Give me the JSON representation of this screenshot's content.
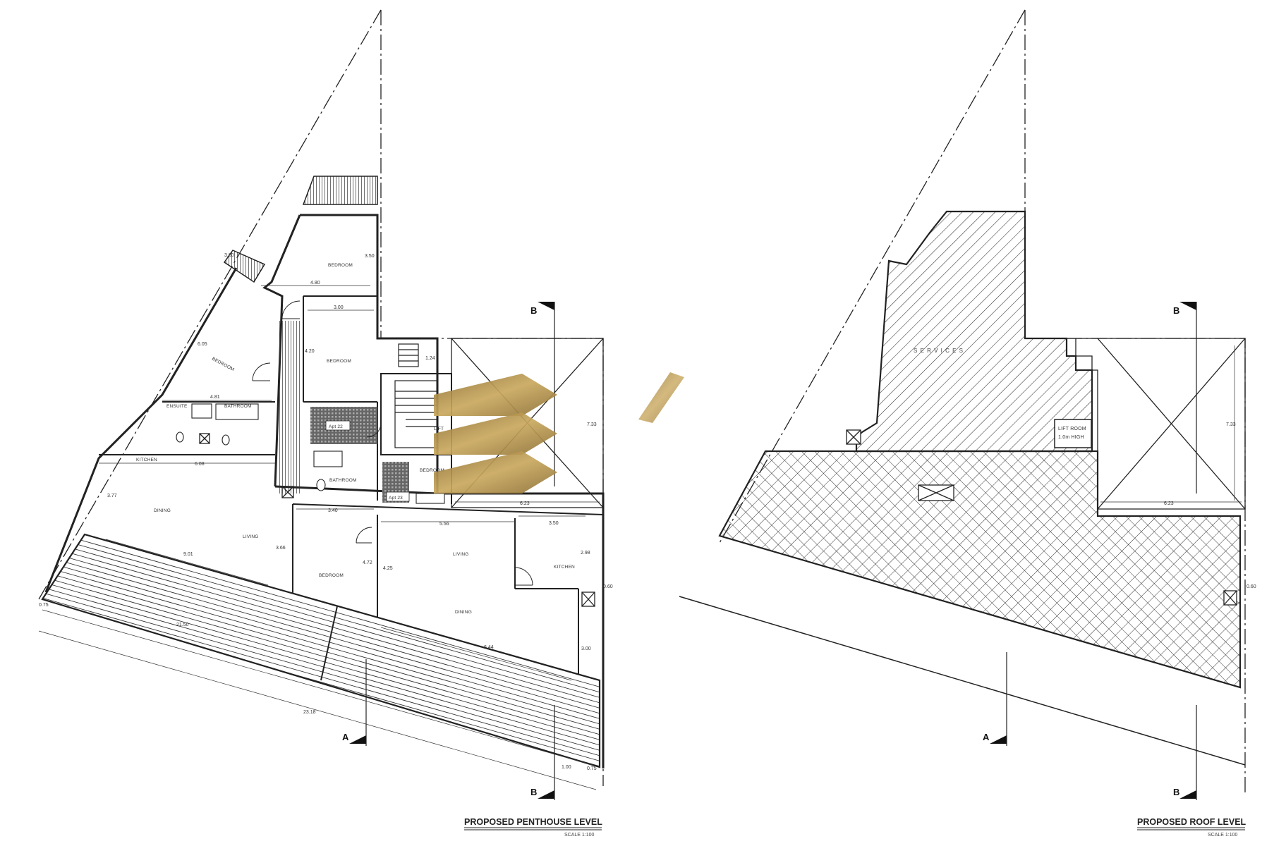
{
  "drawings": [
    {
      "title": "PROPOSED PENTHOUSE LEVEL",
      "scale": "SCALE 1:100",
      "rooms": [
        "BEDROOM",
        "BEDROOM",
        "BEDROOM",
        "ENSUITE",
        "BATHROOM",
        "KITCHEN",
        "DINING",
        "LIVING",
        "BATHROOM",
        "LIFT",
        "BEDROOM",
        "BEDROOM",
        "LIVING",
        "DINING",
        "KITCHEN"
      ],
      "apartments": [
        "Apt 22",
        "Apt 23"
      ],
      "dimensions": [
        "3.80",
        "3.50",
        "4.80",
        "3.00",
        "6.05",
        "4.20",
        "1.24",
        "4.81",
        "6.08",
        "3.77",
        "3.40",
        "5.56",
        "3.50",
        "9.01",
        "3.66",
        "4.72",
        "4.25",
        "2.98",
        "0.60",
        "6.23",
        "7.33",
        "6.44",
        "3.00",
        "21.50",
        "23.18",
        "1.00",
        "0.75",
        "0.75"
      ],
      "section_markers": [
        "B",
        "B",
        "A"
      ]
    },
    {
      "title": "PROPOSED ROOF LEVEL",
      "scale": "SCALE 1:100",
      "services_label": "S E R V I C E S",
      "lift_room": [
        "LIFT ROOM",
        "1.0m HIGH"
      ],
      "dimensions": [
        "7.33",
        "6.23",
        "0.60"
      ],
      "section_markers": [
        "B",
        "B",
        "A"
      ]
    }
  ],
  "colors": {
    "line": "#222222",
    "logo_gold": "#b8954a"
  }
}
